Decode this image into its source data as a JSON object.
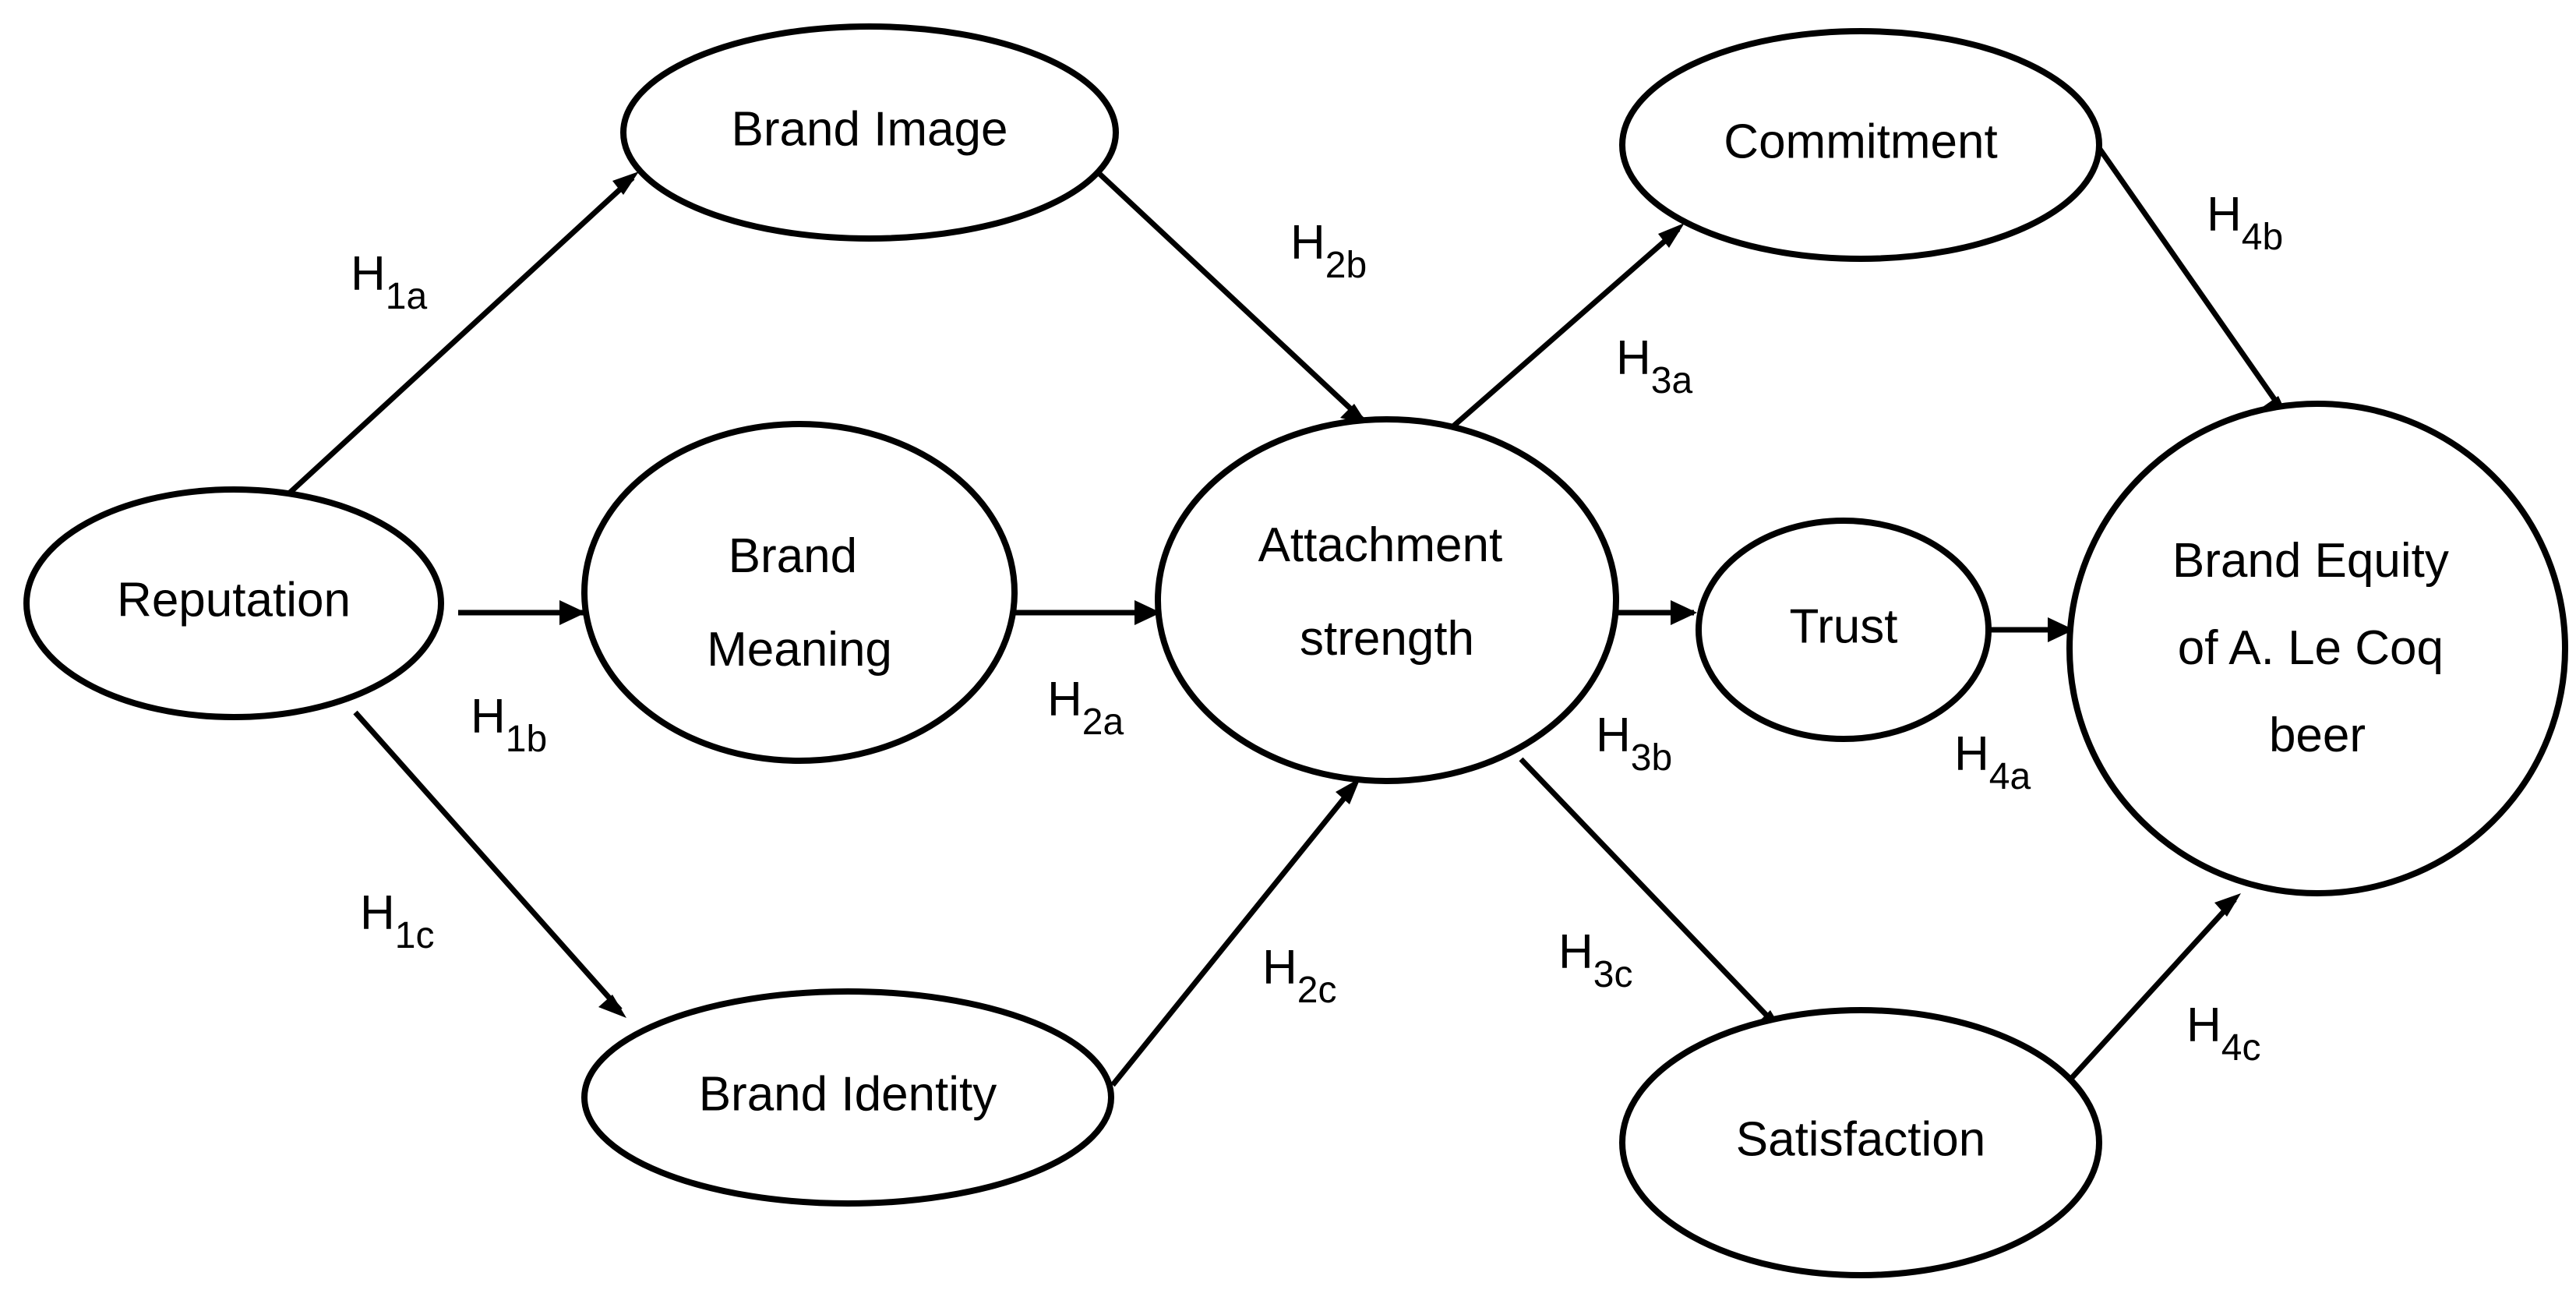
{
  "nodes": {
    "reputation": "Reputation",
    "brand_image": "Brand Image",
    "brand_meaning": [
      "Brand",
      "Meaning"
    ],
    "brand_identity": "Brand Identity",
    "attachment_strength": [
      "Attachment",
      "strength"
    ],
    "commitment": "Commitment",
    "trust": "Trust",
    "satisfaction": "Satisfaction",
    "brand_equity": [
      "Brand Equity",
      "of A. Le Coq",
      "beer"
    ]
  },
  "hypotheses": {
    "h1a": {
      "main": "H",
      "sub": "1a"
    },
    "h1b": {
      "main": "H",
      "sub": "1b"
    },
    "h1c": {
      "main": "H",
      "sub": "1c"
    },
    "h2a": {
      "main": "H",
      "sub": "2a"
    },
    "h2b": {
      "main": "H",
      "sub": "2b"
    },
    "h2c": {
      "main": "H",
      "sub": "2c"
    },
    "h3a": {
      "main": "H",
      "sub": "3a"
    },
    "h3b": {
      "main": "H",
      "sub": "3b"
    },
    "h3c": {
      "main": "H",
      "sub": "3c"
    },
    "h4a": {
      "main": "H",
      "sub": "4a"
    },
    "h4b": {
      "main": "H",
      "sub": "4b"
    },
    "h4c": {
      "main": "H",
      "sub": "4c"
    }
  },
  "colors": {
    "stroke": "#000000",
    "background": "#ffffff"
  }
}
